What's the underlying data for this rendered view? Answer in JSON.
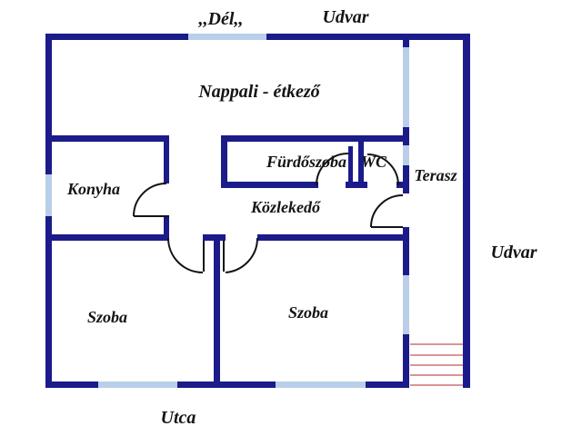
{
  "plan_title": "Family house floor plan",
  "colors": {
    "wall": "#1b1b8a",
    "window": "#b9cfe9",
    "door": "#141414",
    "stairs": "#cd7272",
    "text": "#141414"
  },
  "outside_labels": {
    "south": ",,Dél,,",
    "yard_top": "Udvar",
    "yard_right": "Udvar",
    "street": "Utca"
  },
  "rooms": {
    "living_dining": "Nappali - étkező",
    "kitchen": "Konyha",
    "bathroom": "Fürdőszoba",
    "toilet": "WC",
    "terrace": "Terasz",
    "hallway": "Közlekedő",
    "room_left": "Szoba",
    "room_right": "Szoba"
  },
  "stairs": {
    "step_count": 5
  }
}
